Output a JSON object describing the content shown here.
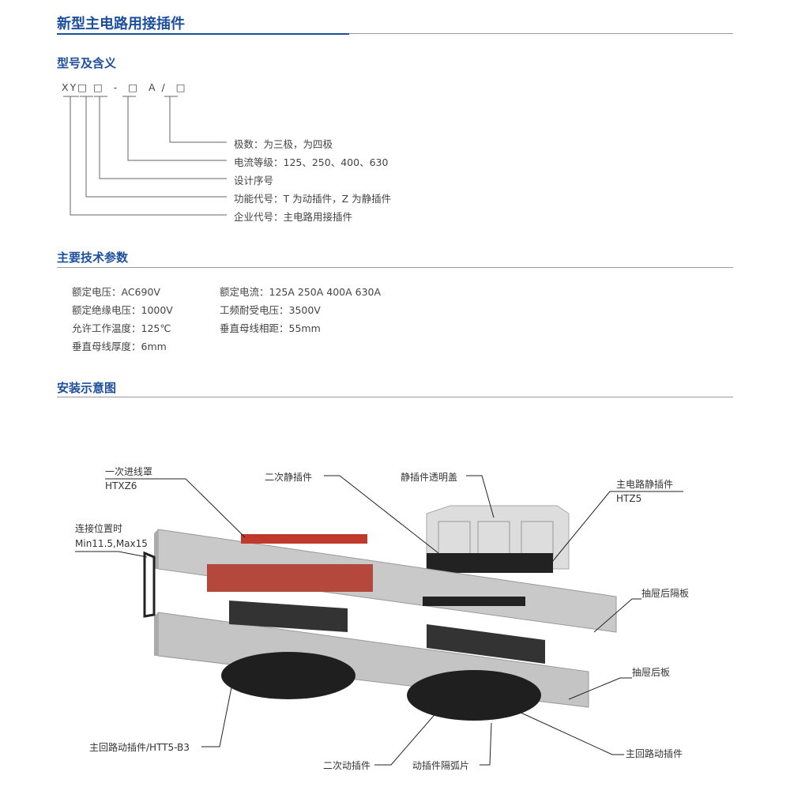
{
  "title": "新型主电路用接插件",
  "sections": {
    "model": "型号及含义",
    "params": "主要技术参数",
    "install": "安装示意图"
  },
  "model_code": {
    "prefix": "XY",
    "box1": "□",
    "box2": "□",
    "dash": "-",
    "box3": "□",
    "unit": "A /",
    "box4": "□"
  },
  "model_meaning": [
    "极数：为三极，为四极",
    "电流等级：125、250、400、630",
    "设计序号",
    "功能代号：T 为动插件，Z 为静插件",
    "企业代号：主电路用接插件"
  ],
  "params_left": [
    "额定电压：AC690V",
    "额定绝缘电压：1000V",
    "允许工作温度：125℃",
    "垂直母线厚度：6mm"
  ],
  "params_right": [
    "额定电流：125A 250A 400A 630A",
    "工频耐受电压：3500V",
    "垂直母线相距：55mm"
  ],
  "diagram_labels": {
    "htxz6_a": "一次进线罩",
    "htxz6_b": "HTXZ6",
    "conn_a": "连接位置时",
    "conn_b": "Min11.5,Max15",
    "sec_static": "二次静插件",
    "cover": "静插件透明盖",
    "htz5_a": "主电路静插件",
    "htz5_b": "HTZ5",
    "rear_partition": "抽屉后隔板",
    "rear_plate": "抽屉后板",
    "htt5": "主回路动插件/HTT5-B3",
    "sec_moving": "二次动插件",
    "arc_plate": "动插件隔弧片",
    "main_moving": "主回路动插件"
  },
  "colors": {
    "accent": "#1d4f9c"
  }
}
